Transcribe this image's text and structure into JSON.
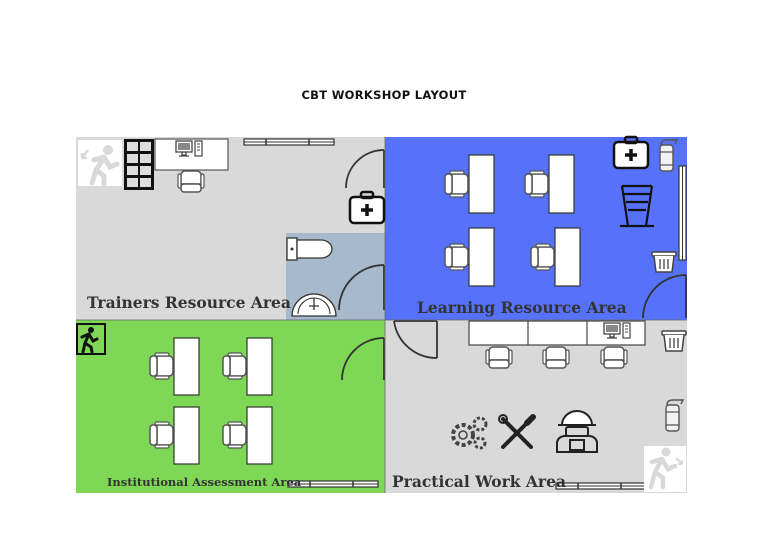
{
  "title": "CBT WORKSHOP LAYOUT",
  "rooms": {
    "trainers": {
      "label": "Trainers Resource Area",
      "color": "#d9d9d9"
    },
    "learning": {
      "label": "Learning Resource Area",
      "color": "#5672fb"
    },
    "assessment": {
      "label": "Institutional Assessment Area",
      "color": "#7ed856"
    },
    "practical": {
      "label": "Practical Work Area",
      "color": "#d9d9d9"
    },
    "restroom": {
      "color": "#a7b9cc"
    }
  },
  "icons": [
    "emergency-exit-icon",
    "bookshelf-icon",
    "computer-workstation-icon",
    "first-aid-kit-icon",
    "fire-extinguisher-icon",
    "toilet-icon",
    "wash-basin-icon",
    "trash-bin-icon",
    "chair-icon",
    "gears-icon",
    "tools-icon",
    "worker-icon"
  ]
}
